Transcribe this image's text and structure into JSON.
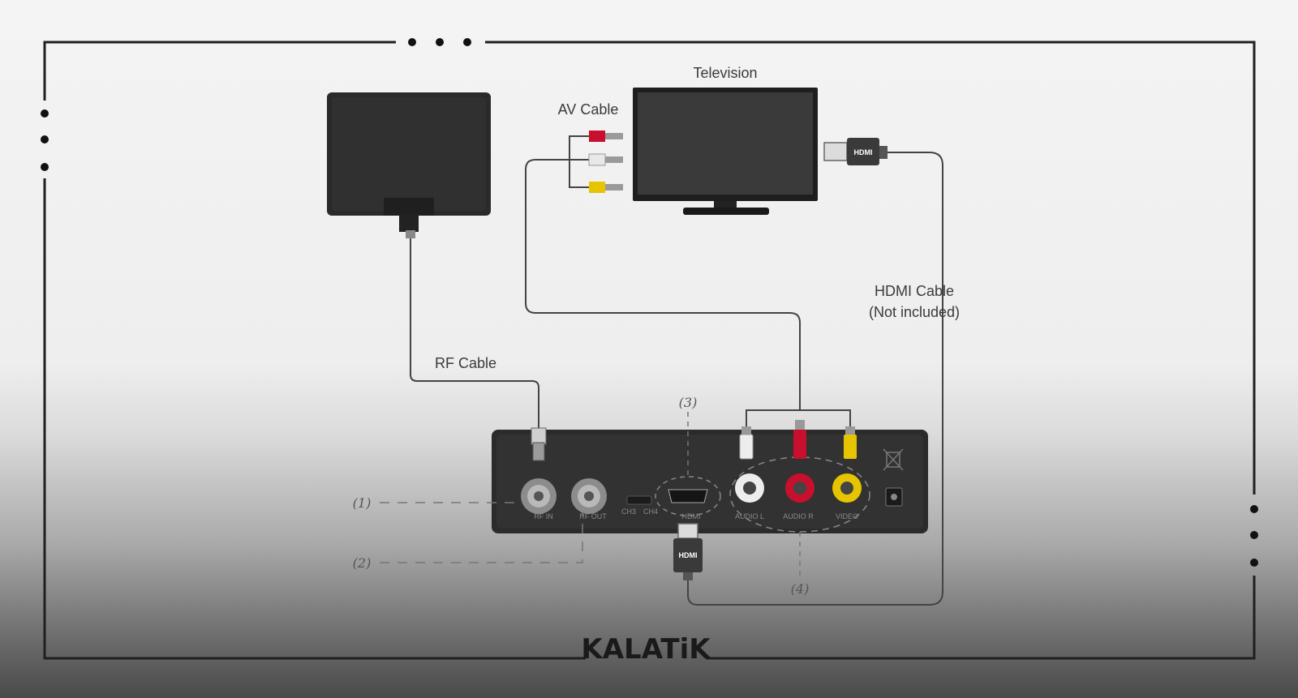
{
  "labels": {
    "television": "Television",
    "av_cable": "AV Cable",
    "rf_cable": "RF Cable",
    "hdmi_cable": "HDMI Cable",
    "hdmi_note": "(Not included)",
    "callout_1": "(1)",
    "callout_2": "(2)",
    "callout_3": "(3)",
    "callout_4": "(4)"
  },
  "ports": {
    "rf_in": "RF IN",
    "rf_out": "RF OUT",
    "ch3": "CH3",
    "ch4": "CH4",
    "hdmi": "HDMI",
    "audio_l": "AUDIO L",
    "audio_r": "AUDIO R",
    "video": "VIDEO"
  },
  "plug_text": "HDMI",
  "brand": "KALATiK",
  "colors": {
    "frame": "#1f1f1f",
    "device": "#2b2b2b",
    "cable": "#444444",
    "rca_red": "#c8102e",
    "rca_white": "#e8e8e8",
    "rca_yellow": "#e6c400"
  }
}
